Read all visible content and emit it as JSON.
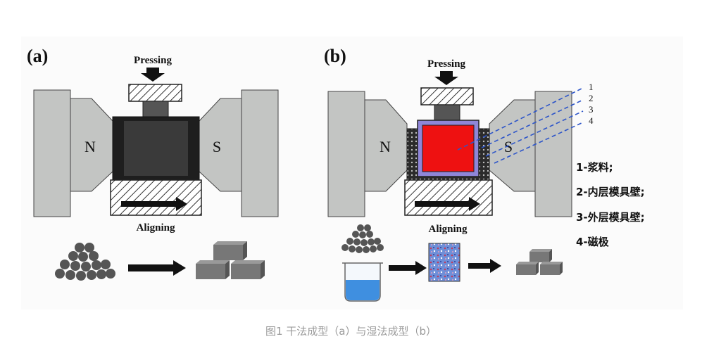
{
  "panel_a": {
    "label": "(a)",
    "pressing": "Pressing",
    "aligning": "Aligning",
    "pole_n": "N",
    "pole_s": "S"
  },
  "panel_b": {
    "label": "(b)",
    "pressing": "Pressing",
    "aligning": "Aligning",
    "pole_n": "N",
    "pole_s": "S",
    "markers": [
      "1",
      "2",
      "3",
      "4"
    ],
    "legend": [
      "1-浆料;",
      "2-内层模具壁;",
      "3-外层模具壁;",
      "4-磁极"
    ]
  },
  "caption": "图1 干法成型（a）与湿法成型（b）",
  "colors": {
    "pole": "#c3c5c3",
    "die": "#2a2a2a",
    "slurry": "#ee1111",
    "inner_wall": "#8f86d8",
    "dashed": "#2d55c9",
    "water": "#3f8fe0"
  }
}
